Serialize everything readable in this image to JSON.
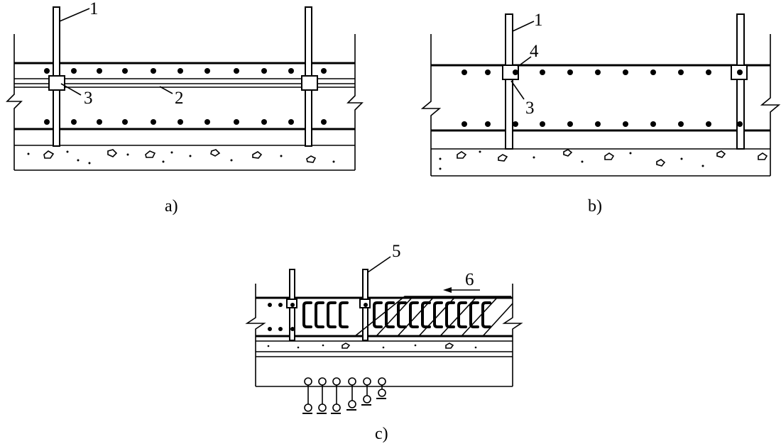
{
  "figure": {
    "panels": [
      {
        "caption": "a)",
        "callouts": [
          "1",
          "2",
          "3"
        ]
      },
      {
        "caption": "b)",
        "callouts": [
          "1",
          "4",
          "3"
        ]
      },
      {
        "caption": "c)",
        "callouts": [
          "5",
          "6"
        ]
      }
    ]
  }
}
